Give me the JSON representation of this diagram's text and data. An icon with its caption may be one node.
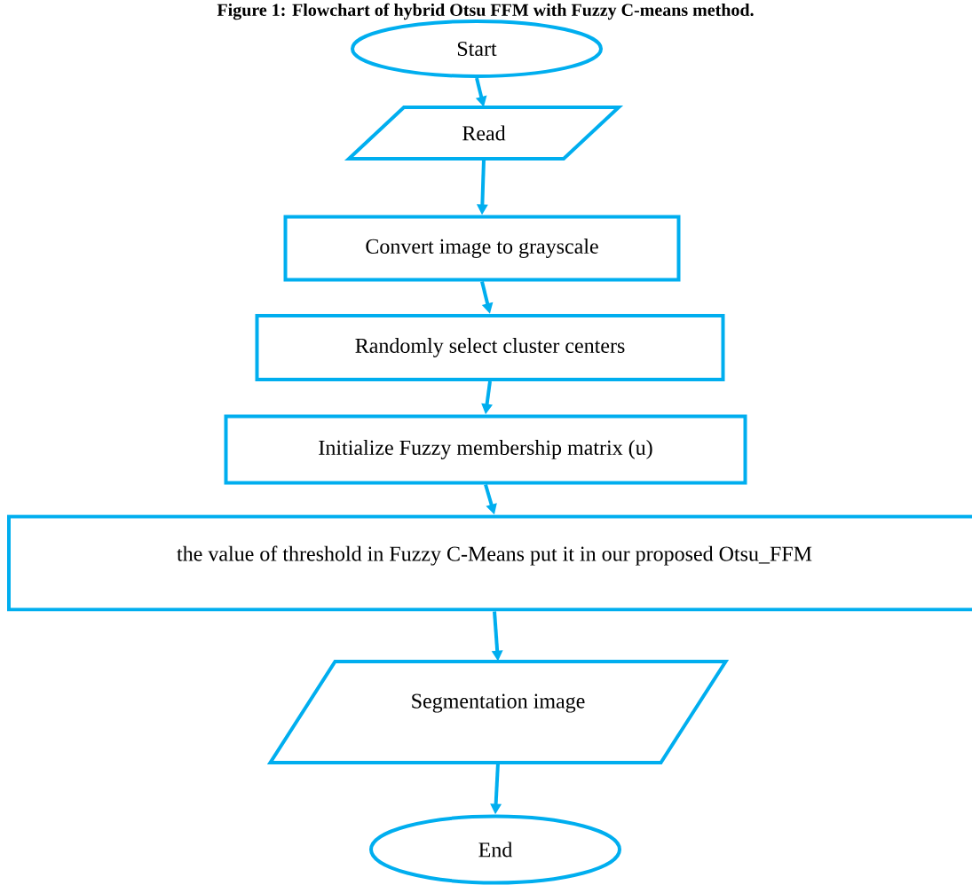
{
  "diagram": {
    "title": "Figure 1: Flowchart of hybrid Otsu FFM with Fuzzy C-means method.",
    "nodes": [
      {
        "text": [
          "Start"
        ]
      },
      {
        "text": [
          "Read"
        ]
      },
      {
        "text": [
          "Convert image to grayscale"
        ]
      },
      {
        "text": [
          "Randomly select cluster centers"
        ]
      },
      {
        "text": [
          "Initialize Fuzzy membership matrix (u)"
        ]
      },
      {
        "text": [
          "the value of threshold  in Fuzzy C-Means put it in our proposed Otsu_FFM"
        ]
      },
      {
        "text": [
          "Segmentation image"
        ]
      },
      {
        "text": [
          "End"
        ]
      }
    ],
    "edges": [
      {
        "from": 0,
        "to": 1,
        "arrow": "to"
      },
      {
        "from": 1,
        "to": 2,
        "arrow": "to"
      },
      {
        "from": 2,
        "to": 3,
        "arrow": "to"
      },
      {
        "from": 3,
        "to": 4,
        "arrow": "to"
      },
      {
        "from": 4,
        "to": 5,
        "arrow": "to"
      },
      {
        "from": 5,
        "to": 6,
        "arrow": "to"
      },
      {
        "from": 6,
        "to": 7,
        "arrow": "to"
      }
    ]
  }
}
